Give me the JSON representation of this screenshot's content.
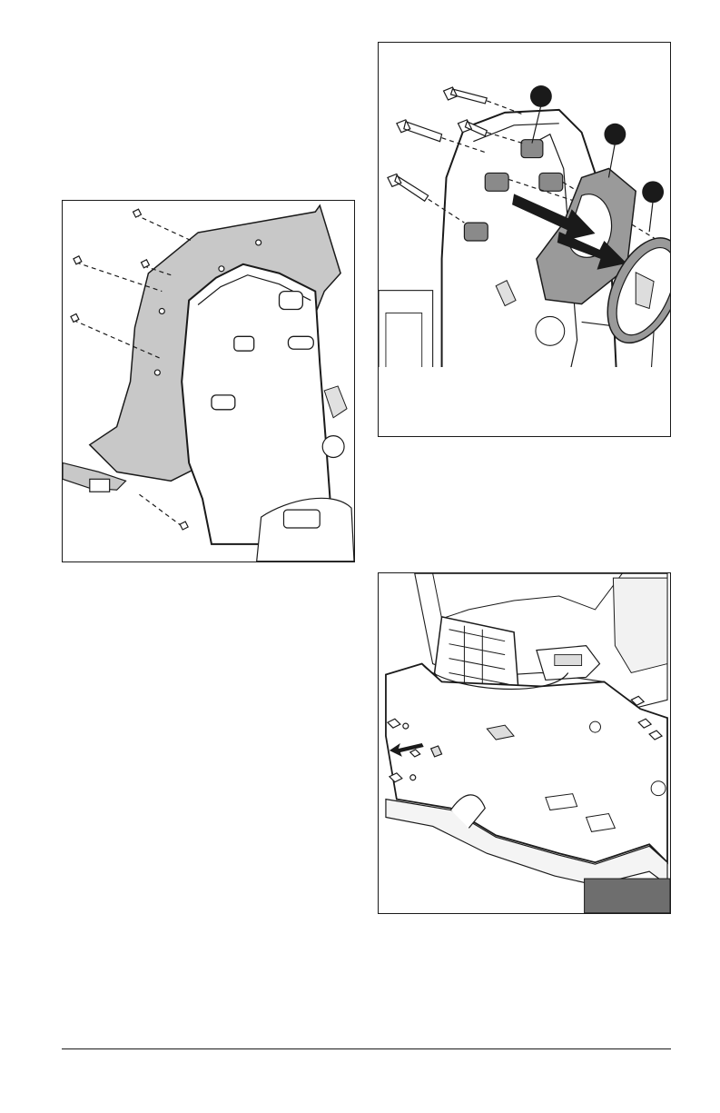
{
  "page": {
    "figures": [
      {
        "id": "figure-chute-removal",
        "icon": "chute-bolts-illustration"
      },
      {
        "id": "figure-chute-plate-exploded",
        "icon": "exploded-plate-illustration",
        "callouts": [
          {
            "marker": "callout-1"
          },
          {
            "marker": "callout-2"
          },
          {
            "marker": "callout-3"
          }
        ]
      },
      {
        "id": "figure-deck-bolts",
        "icon": "deck-bolts-illustration"
      }
    ],
    "colors": {
      "line": "#1a1a1a",
      "shade": "#c8c8c8",
      "dark_shade": "#6e6e6e",
      "callout": "#1a1a1a"
    }
  }
}
